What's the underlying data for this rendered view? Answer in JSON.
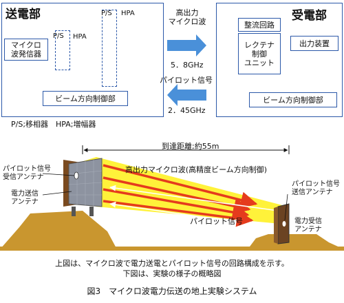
{
  "transmitter": {
    "title": "送電部",
    "oscillator": "マイクロ\n波発信器",
    "ps_label_1": "P/S",
    "ps_label_2": "P/S",
    "hpa_label_1": "HPA",
    "hpa_label_2": "HPA",
    "beam_control": "ビーム方向制御部"
  },
  "receiver": {
    "title": "受電部",
    "rectifier": "整流回路",
    "rectenna_control": "レクテナ\n制御\nユニット",
    "output_device": "出力装置",
    "beam_control": "ビーム方向制御部"
  },
  "links": {
    "microwave_label": "高出力\nマイクロ波",
    "microwave_freq": "5．8GHz",
    "pilot_label": "パイロット信号",
    "pilot_freq": "2．45GHz"
  },
  "legend": "P/S;移相器　HPA;増幅器",
  "experiment": {
    "distance": "到達距離;約55m",
    "microwave_beam": "高出力マイクロ波(高精度ビーム方向制御)",
    "pilot_signal": "パイロット信号",
    "tx_pilot_antenna": "パイロット信号\n受信アンテナ",
    "tx_power_antenna": "電力送信\nアンテナ",
    "rx_pilot_antenna": "パイロット信号\n送信アンテナ",
    "rx_power_antenna": "電力受信\nアンテナ"
  },
  "caption": {
    "line1": "上図は、マイクロ波で電力送電とパイロット信号の回路構成を示す。",
    "line2": "下図は、実験の様子の概略図",
    "figure_title": "図3　マイクロ波電力伝送の地上実験システム"
  },
  "colors": {
    "panel_border": "#2a57a8",
    "arrow_blue": "#4a90d9",
    "beam_yellow": "#fff23a",
    "beam_red": "#e53b1d",
    "ground": "#c9962f"
  }
}
